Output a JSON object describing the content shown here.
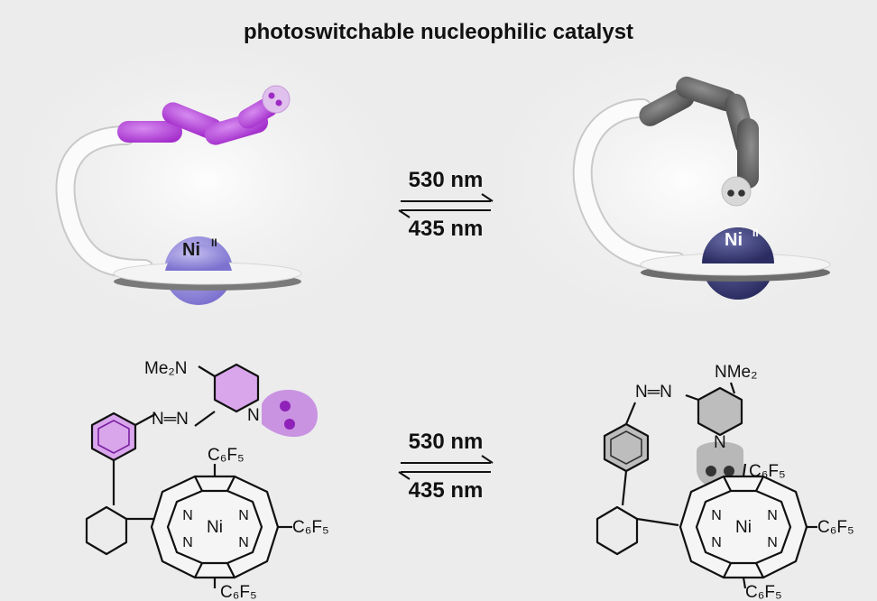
{
  "title": "photoswitchable nucleophilic catalyst",
  "top_row": {
    "forward_wavelength": "530 nm",
    "reverse_wavelength": "435 nm",
    "left_metal": "Ni",
    "left_metal_ox": "II",
    "right_metal": "Ni",
    "right_metal_ox": "II"
  },
  "bottom_row": {
    "forward_wavelength": "530 nm",
    "reverse_wavelength": "435 nm",
    "left": {
      "amine": "Me₂N",
      "azo": "N═N",
      "pyridine_n": "N",
      "metal": "Ni",
      "pyrrole_n": [
        "N",
        "N",
        "N",
        "N"
      ],
      "subst_top": "C₆F₅",
      "subst_right": "C₆F₅",
      "subst_bottom": "C₆F₅"
    },
    "right": {
      "amine": "NMe₂",
      "azo": "N═N",
      "pyridine_n": "N",
      "metal": "Ni",
      "pyrrole_n": [
        "N",
        "N",
        "N",
        "N"
      ],
      "subst_top": "C₆F₅",
      "subst_right": "C₆F₅",
      "subst_bottom": "C₆F₅"
    }
  },
  "colors": {
    "purple": "#b23fd6",
    "purple_light": "#c890e0",
    "gray_arm": "#6b6b6b",
    "nickel_left": "#8f86d8",
    "nickel_right": "#3d3f7a",
    "disk": "#f4f4f4",
    "disk_edge": "#8a8a8a"
  }
}
